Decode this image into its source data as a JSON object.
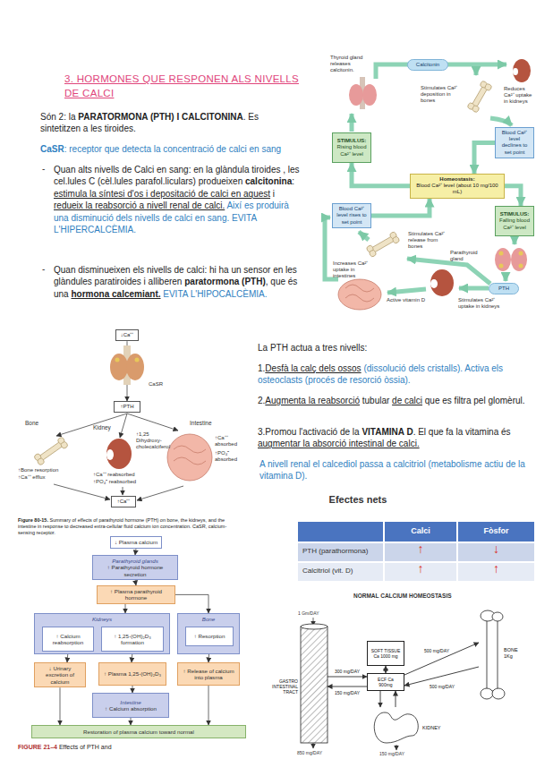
{
  "diagram": {
    "title": "3. HORMONES QUE RESPONEN ALS NIVELLS DE CALCI",
    "nodes": [
      {
        "text": [
          "Calcitonin"
        ]
      },
      {
        "text": [
          "STIMULUS:",
          "Rising blood Ca²⁺ level"
        ]
      },
      {
        "text": [
          "Blood Ca²⁺ level declines to set point"
        ]
      },
      {
        "text": [
          "Homeostasis:",
          "Blood Ca²⁺ level (about 10 mg/100 mL)"
        ]
      },
      {
        "text": [
          "Blood Ca²⁺ level rises to set point"
        ]
      },
      {
        "text": [
          "STIMULUS:",
          "Falling blood Ca²⁺ level"
        ]
      },
      {
        "text": [
          "PTH"
        ]
      },
      {
        "text": [
          "↓Ca⁺⁺"
        ]
      },
      {
        "text": [
          "↑PTH"
        ]
      },
      {
        "text": [
          "↑Ca⁺⁺"
        ]
      },
      {
        "text": [
          "↓ Plasma calcium"
        ]
      },
      {
        "text": [
          "Parathyroid glands",
          "↑ Parathyroid hormone secretion"
        ]
      },
      {
        "text": [
          "↑ Plasma parathyroid hormone"
        ]
      },
      {
        "text": [
          "Kidneys"
        ]
      },
      {
        "text": [
          "↑ Calcium reabsorption"
        ],
        "in": 13
      },
      {
        "text": [
          "↑ 1,25-(OH)₂D₃ formation"
        ],
        "in": 13
      },
      {
        "text": [
          "Bone"
        ]
      },
      {
        "text": [
          "↑ Resorption"
        ],
        "in": 16
      },
      {
        "text": [
          "↓ Urinary excretion of calcium"
        ]
      },
      {
        "text": [
          "↑ Plasma 1,25-(OH)₂D₃"
        ]
      },
      {
        "text": [
          "↑ Release of calcium into plasma"
        ]
      },
      {
        "text": [
          "Intestine",
          "↑ Calcium absorption"
        ]
      },
      {
        "text": [
          "Restoration of plasma calcium toward normal"
        ]
      },
      {
        "text": [
          "GASTRO INTESTINAL TRACT"
        ]
      },
      {
        "text": [
          "SOFT TISSUE Ca 1000 mg"
        ]
      },
      {
        "text": [
          "ECF Ca 900mg"
        ]
      },
      {
        "text": [
          "BONE",
          "1Kg"
        ]
      },
      {
        "text": [
          "KIDNEY"
        ]
      }
    ],
    "edges": [
      {
        "from": 2,
        "to": 3,
        "arrow": "to"
      },
      {
        "from": 3,
        "to": 1,
        "arrow": "to"
      },
      {
        "from": 3,
        "to": 5,
        "arrow": "to"
      },
      {
        "from": 4,
        "to": 3,
        "arrow": "to"
      },
      {
        "from": 7,
        "to": 8,
        "arrow": "to"
      },
      {
        "from": 10,
        "to": 11,
        "arrow": "to"
      },
      {
        "from": 11,
        "to": 12,
        "arrow": "to"
      },
      {
        "from": 12,
        "to": 13,
        "arrow": "to"
      },
      {
        "from": 12,
        "to": 16,
        "arrow": "to"
      },
      {
        "from": 14,
        "to": 18,
        "arrow": "to"
      },
      {
        "from": 15,
        "to": 19,
        "arrow": "to"
      },
      {
        "from": 17,
        "to": 20,
        "arrow": "to"
      },
      {
        "from": 19,
        "to": 21,
        "arrow": "to"
      },
      {
        "from": 18,
        "to": 22,
        "arrow": "to"
      },
      {
        "from": 21,
        "to": 22,
        "arrow": "to"
      },
      {
        "from": 20,
        "to": 22,
        "arrow": "to"
      },
      {
        "from": 23,
        "to": 25,
        "label": "300 mg/DAY",
        "arrow": "to"
      },
      {
        "from": 25,
        "to": 23,
        "label": "150 mg/DAY",
        "arrow": "to"
      },
      {
        "from": 24,
        "to": 25,
        "arrow": "both"
      },
      {
        "from": 25,
        "to": 26,
        "label": "500 mg/DAY",
        "arrow": "to"
      },
      {
        "from": 26,
        "to": 25,
        "label": "500 mg/DAY",
        "arrow": "to"
      },
      {
        "from": 25,
        "to": 27,
        "arrow": "to"
      },
      {
        "from": 27,
        "to": 25,
        "arrow": "to"
      }
    ],
    "labels": [
      "Són 2: la",
      "PARATORMONA (PTH) I CALCITONINA",
      ". Es sintetitzen a les tiroides.",
      "CaSR",
      ": receptor que detecta la concentració de calci en sang",
      "-",
      "Quan alts nivells de Calci en sang: en la glàndula tiroides , les cel.lules C (cèl.lules parafol.liculars) produeixen",
      "calcitonina",
      ":",
      "estimula la síntesi d'os i depositació de calci en aquest",
      "i",
      "redueix la reabsorció a nivell renal de calci.",
      "Així es produirà una disminució dels nivells de calci en sang. EVITA L'HIPERCALCÈMIA.",
      "-",
      "Quan disminueixen els nivells de calci: hi ha un sensor en les glàndules paratiroides i alliberen",
      "paratormona (PTH)",
      ", que és una",
      "hormona calcemiant.",
      "EVITA L'HIPOCALCÈMIA.",
      "La PTH actua a tres nivells:",
      "1.",
      "Desfà la calç dels ossos",
      "(dissolució dels cristalls). Activa els osteoclasts (procés de resorció òssia).",
      "2.",
      "Augmenta la reabsorció",
      "tubular",
      "de calci",
      "que es filtra pel glomèrul.",
      "3.Promou l'activació de la",
      "VITAMINA D",
      ". El que fa la vitamina és",
      "augmentar la absorció intestinal de calci.",
      "A nivell renal el calcediol passa a calcitriol (metabolisme actiu de la vitamina D).",
      "Efectes nets",
      "Calci",
      "Fòsfor",
      "PTH (parathormona)",
      "↑",
      "↓",
      "Calcitriol (vit. D)",
      "↑",
      "↑",
      "Thyroid gland releases calcitonin.",
      "Stimulates Ca²⁺ deposition in bones",
      "Reduces Ca²⁺ uptake in kidneys",
      "Stimulates Ca²⁺ release from bones",
      "Parathyroid gland",
      "Increases Ca²⁺ uptake in intestines",
      "Active vitamin D",
      "Stimulates Ca²⁺ uptake in kidneys",
      "CaSR",
      "Bone",
      "Kidney",
      "Intestine",
      "↑Bone resorption",
      "↑Ca⁺⁺ efflux",
      "↑1,25 Dihydroxy-cholecalciferol",
      "↑Ca⁺⁺ reabsorbed",
      "↑PO₄⁼ reabsorbed",
      "↑Ca⁺⁺ absorbed",
      "↑PO₄⁼ absorbed",
      "Figure 80-15.",
      "Summary of effects of parathyroid hormone (PTH) on bone, the kidneys, and the intestine in response to decreased extra-cellular fluid calcium ion concentration. CaSR, calcium-sensing receptor.",
      "FIGURE 21–4",
      "Effects of PTH and",
      "NORMAL CALCIUM HOMEOSTASIS",
      "1 Gm/DAY",
      "850 mg/DAY",
      "150 mg/DAY"
    ]
  }
}
